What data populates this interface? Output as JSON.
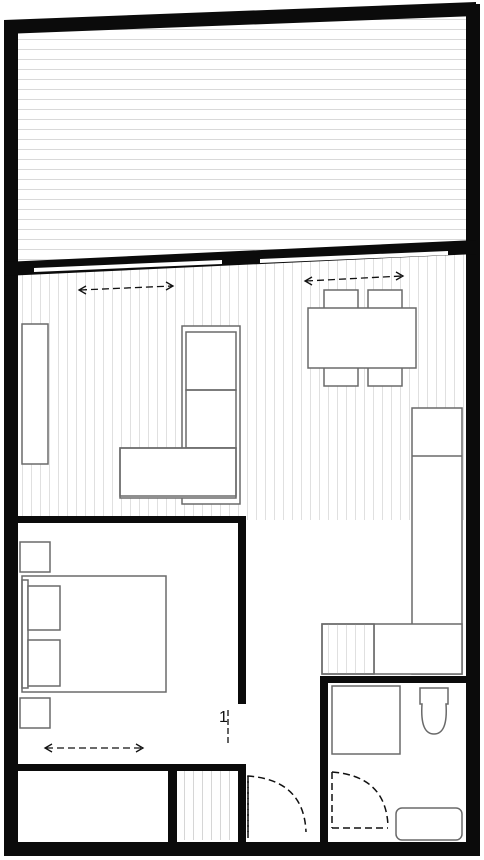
{
  "plan": {
    "colors": {
      "wall": "#0b0b0b",
      "furniture_stroke": "#6a6a6a",
      "floor_hatch": "#c9c9c9",
      "background": "#ffffff"
    },
    "rooms": [
      {
        "id": "balcony",
        "floor": "horizontal-decking"
      },
      {
        "id": "living-kitchen",
        "floor": "vertical-planks"
      },
      {
        "id": "bedroom",
        "floor": "plain"
      },
      {
        "id": "bathroom",
        "floor": "plain"
      },
      {
        "id": "storage-closet",
        "floor": "plain"
      },
      {
        "id": "hall-closet",
        "floor": "vertical-planks"
      }
    ],
    "furniture": [
      "tv-console",
      "l-shaped-sofa",
      "dining-table",
      "dining-chair",
      "dining-chair",
      "dining-chair",
      "dining-chair",
      "kitchen-counter",
      "double-bed",
      "bed-pillow",
      "bed-pillow",
      "nightstand",
      "nightstand",
      "toilet",
      "bathtub",
      "bathroom-cabinet"
    ],
    "openings": [
      "sliding-glass-door",
      "sliding-glass-door",
      "bedroom-window",
      "entry-door",
      "bathroom-door"
    ],
    "text_labels": [
      "1"
    ]
  }
}
